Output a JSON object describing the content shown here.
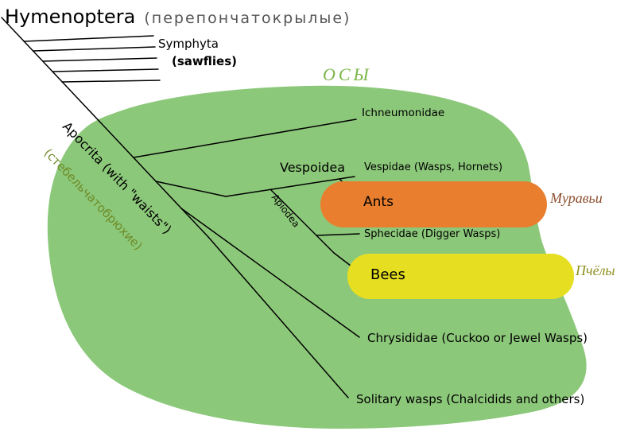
{
  "title": {
    "latin": "Hymenoptera",
    "russian_gloss": "(перепончатокрылые)"
  },
  "labels": {
    "symphyta": "Symphyta",
    "sawflies": "(sawflies)",
    "osy": "ОСЫ",
    "apocrita": "Apocrita (with \"waists\")",
    "stebelchatobryuhie": "(стебельчатобрюхие)",
    "ichneumonidae": "Ichneumonidae",
    "vespoidea": "Vespoidea",
    "vespidae": "Vespidae (Wasps, Hornets)",
    "ants": "Ants",
    "muravyi": "Муравьи",
    "apiodea": "Apiodea",
    "sphecidae": "Sphecidae (Digger Wasps)",
    "bees": "Bees",
    "pchely": "Пчёлы",
    "chrysididae": "Chrysididae (Cuckoo or Jewel Wasps)",
    "solitary_wasps": "Solitary wasps (Chalcidids and others)"
  },
  "colors": {
    "wasps_region": "#8cc87a",
    "ants_region": "#e87e2e",
    "bees_region": "#e6de20",
    "branch_lines": "#000000",
    "osy_text": "#7ab648",
    "muravyi_text": "#8c4f2e",
    "pchely_text": "#8f8f1e",
    "stebel_text": "#6e8b26",
    "title_gloss_text": "#555555"
  }
}
